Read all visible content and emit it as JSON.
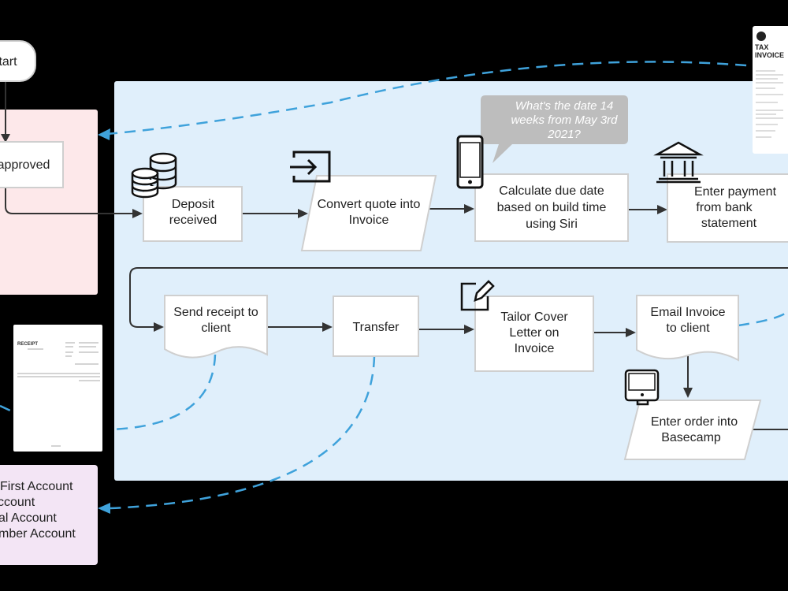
{
  "colors": {
    "background": "#000000",
    "lane_blue": "#e0effb",
    "lane_pink": "#fde8ea",
    "lane_purple": "#f3e5f5",
    "dashed_link": "#3fa2db",
    "speech_bubble": "#bdbdbd"
  },
  "nodes": {
    "start": "tart",
    "approved": "approved",
    "deposit": [
      "Deposit",
      "received"
    ],
    "convert": [
      "Convert quote into",
      "Invoice"
    ],
    "calculate": [
      "Calculate due date",
      "based on build time",
      "using Siri"
    ],
    "enter_payment": [
      "Enter payment",
      "from bank",
      "statement"
    ],
    "send_receipt": [
      "Send receipt to",
      "client"
    ],
    "transfer": "Transfer",
    "tailor": [
      "Tailor Cover",
      "Letter on",
      "Invoice"
    ],
    "email_invoice": [
      "Email Invoice",
      "to client"
    ],
    "enter_order": [
      "Enter order into",
      "Basecamp"
    ]
  },
  "speech_bubble": [
    "What's the date 14",
    "weeks from May 3rd",
    "2021?"
  ],
  "accounts": [
    "First Account",
    "ccount",
    "al Account",
    "mber Account"
  ],
  "receipt_doc": {
    "title": "RECEIPT"
  },
  "invoice_doc": {
    "title": "TAX INVOICE"
  },
  "icons": [
    "coins-stack-icon",
    "enter-arrow-icon",
    "smartphone-icon",
    "bank-icon",
    "edit-pencil-icon",
    "monitor-icon"
  ]
}
